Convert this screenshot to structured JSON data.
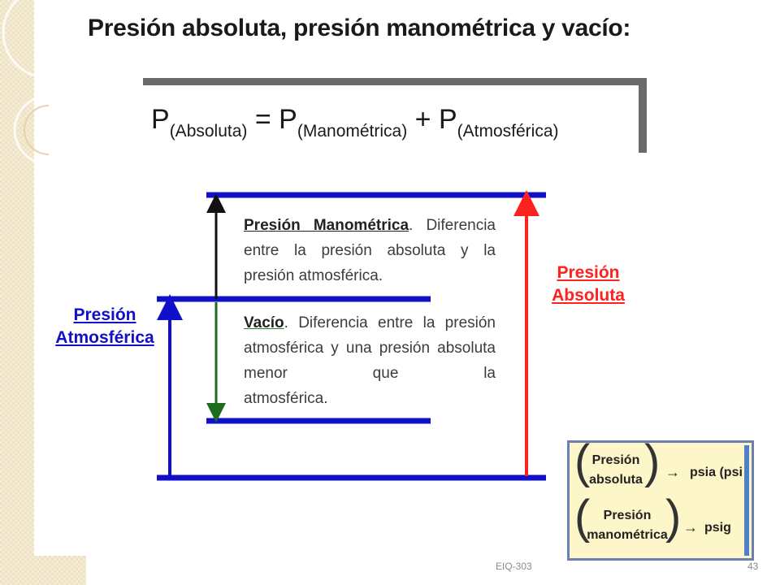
{
  "slide": {
    "title": "Presión absoluta, presión manométrica y vacío:"
  },
  "formula": {
    "p1": "P",
    "sub1": "(Absoluta)",
    "eq": " = ",
    "p2": "P",
    "sub2": "(Manométrica)",
    "plus": " + ",
    "p3": "P",
    "sub3": "(Atmosférica)"
  },
  "diagram": {
    "gauge_term": "Presión Manométrica",
    "gauge_text_1": ". Diferencia entre la presión absoluta y la",
    "gauge_text_2": "presión atmosférica.",
    "vacuum_term": "Vacío",
    "vacuum_text_1": ". Diferencia entre la presión atmosférica y una presión absoluta menor que la",
    "vacuum_text_2": "atmosférica.",
    "atm_label_1": "Presión",
    "atm_label_2": "Atmosférica",
    "abs_label_1": "Presión",
    "abs_label_2": "Absoluta",
    "colors": {
      "blue": "#1010c8",
      "red": "#ff2020",
      "green": "#1e6b1e",
      "black": "#111111"
    }
  },
  "units": {
    "row1_label_1": "Presión",
    "row1_label_2": "absoluta",
    "row1_arrow": "→",
    "row1_value": "psia (psi",
    "row2_label_1": "Presión",
    "row2_label_2": "manométrica",
    "row2_arrow": "→",
    "row2_value": "psig"
  },
  "footer": {
    "course": "EIQ-303",
    "page": "43"
  }
}
